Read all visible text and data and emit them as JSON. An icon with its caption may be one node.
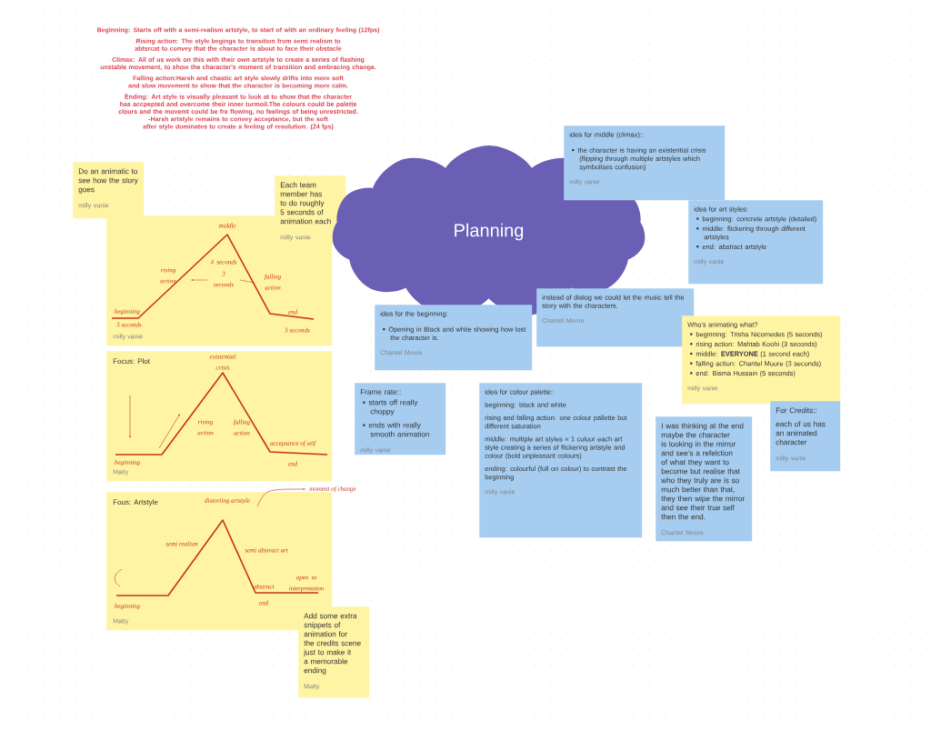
{
  "diagram": {
    "nodes": [
      {
        "text": [
          "Do an animatic to see how the story goes",
          "milly vanie"
        ]
      },
      {
        "text": [
          "middle",
          "4 seconds",
          "rising action",
          "3 seconds",
          "falling action",
          "beginning",
          "5 seconds",
          "end",
          "5 seconds",
          "milly vanie"
        ]
      },
      {
        "text": [
          "Each team member has to do roughly 5 seconds of animation each",
          "milly vanie"
        ]
      },
      {
        "text": [
          "Focus: Plot",
          "existential crisis",
          "rising action",
          "falling action",
          "beginning",
          "end",
          "acceptance of self",
          "Matty"
        ]
      },
      {
        "text": [
          "Fous: Artstyle",
          "distorting artstyle",
          "semi realism",
          "semi abstract art",
          "abstract",
          "open to interpretation",
          "beginning",
          "end",
          "Matty"
        ]
      },
      {
        "text": [
          "Add some extra snippets of animation for the credits scene just to make it a memorable ending",
          "Matty"
        ]
      },
      {
        "text": [
          "Planning"
        ]
      },
      {
        "text": [
          "idea for middle (climax)::",
          "the character is having an existential crisis (flipping through multiple artstyles which symbolises confusion)",
          "milly vanie"
        ]
      },
      {
        "text": [
          "idea for art styles:",
          "beginning: concrete artstyle (detailed)",
          "middle: flickering through different artstyles",
          "end: abstract artstyle",
          "milly vanie"
        ]
      },
      {
        "text": [
          "instead of dialog we could let the music tell the story with the characters.",
          "Chantel Moore"
        ]
      },
      {
        "text": [
          "idea for the beginning:",
          "Opening in Black and white showing how lost the character is.",
          "Chantel Moore"
        ]
      },
      {
        "text": [
          "Who’s animating what?",
          "beginning: Trisha Nicomedes (5 seconds)",
          "rising action: Mahtab Koohi (3 seconds)",
          "middle: **EVERYONE** (1 second each)",
          "falling action: Chantel Moore (3 seconds)",
          "end: Bisma Hussain (5 seconds)",
          "milly vanie"
        ]
      },
      {
        "text": [
          "Frame rate::",
          "starts off really choppy",
          "ends with really smooth animation",
          "milly vanie"
        ]
      },
      {
        "text": [
          "idea for colour palette::",
          "beginning: black and white",
          "rising and falling action: one colour pallette but different saturation",
          "middle: multiple art styles = 1 colour each art style creating a series of flickering artstyle and colour (bold unpleasant colours)",
          "ending: colourful (full on colour) to contrast the beginning",
          "milly vanie"
        ]
      },
      {
        "text": [
          "I was thinking at the end maybe the character is looking in the mirror and see’s a refelction of what they want to become but realise that who they truly are is so much better than that, they then wipe the mirror and see their true self then the end.",
          "Chantel Moore"
        ]
      },
      {
        "text": [
          "For Credits::",
          "each of us has an animated character",
          "milly vanie"
        ]
      }
    ],
    "labels": [
      "Beginning: Starts off with a semi-realism artstyle, to start of with an ordinary feeling (12fps)",
      "Rising action: The style begings to transition from semi realism to abtsrcat to convey that the character is about to face their obstacle",
      "Climax: All of us work on this with their own artstyle to create a series of flashing unstable movement, to show the character's moment of transition and embracing change.",
      "Falling action:Harsh and chastic art style slowly drifts into more soft and slow movement to show that the character is becoming more calm.",
      "Ending: Art style is visually pleasant to look at to show that the character has accpepted and overcome their inner turmoil.The colours could be palette clours and the movemt could be fre flowing, no feelings of being unrestricted.",
      "-Harsh artstyle remains to convey acceptance, but the soft after style dominates to create a feeling of resolution. (24 fps)",
      "moment of change"
    ]
  }
}
